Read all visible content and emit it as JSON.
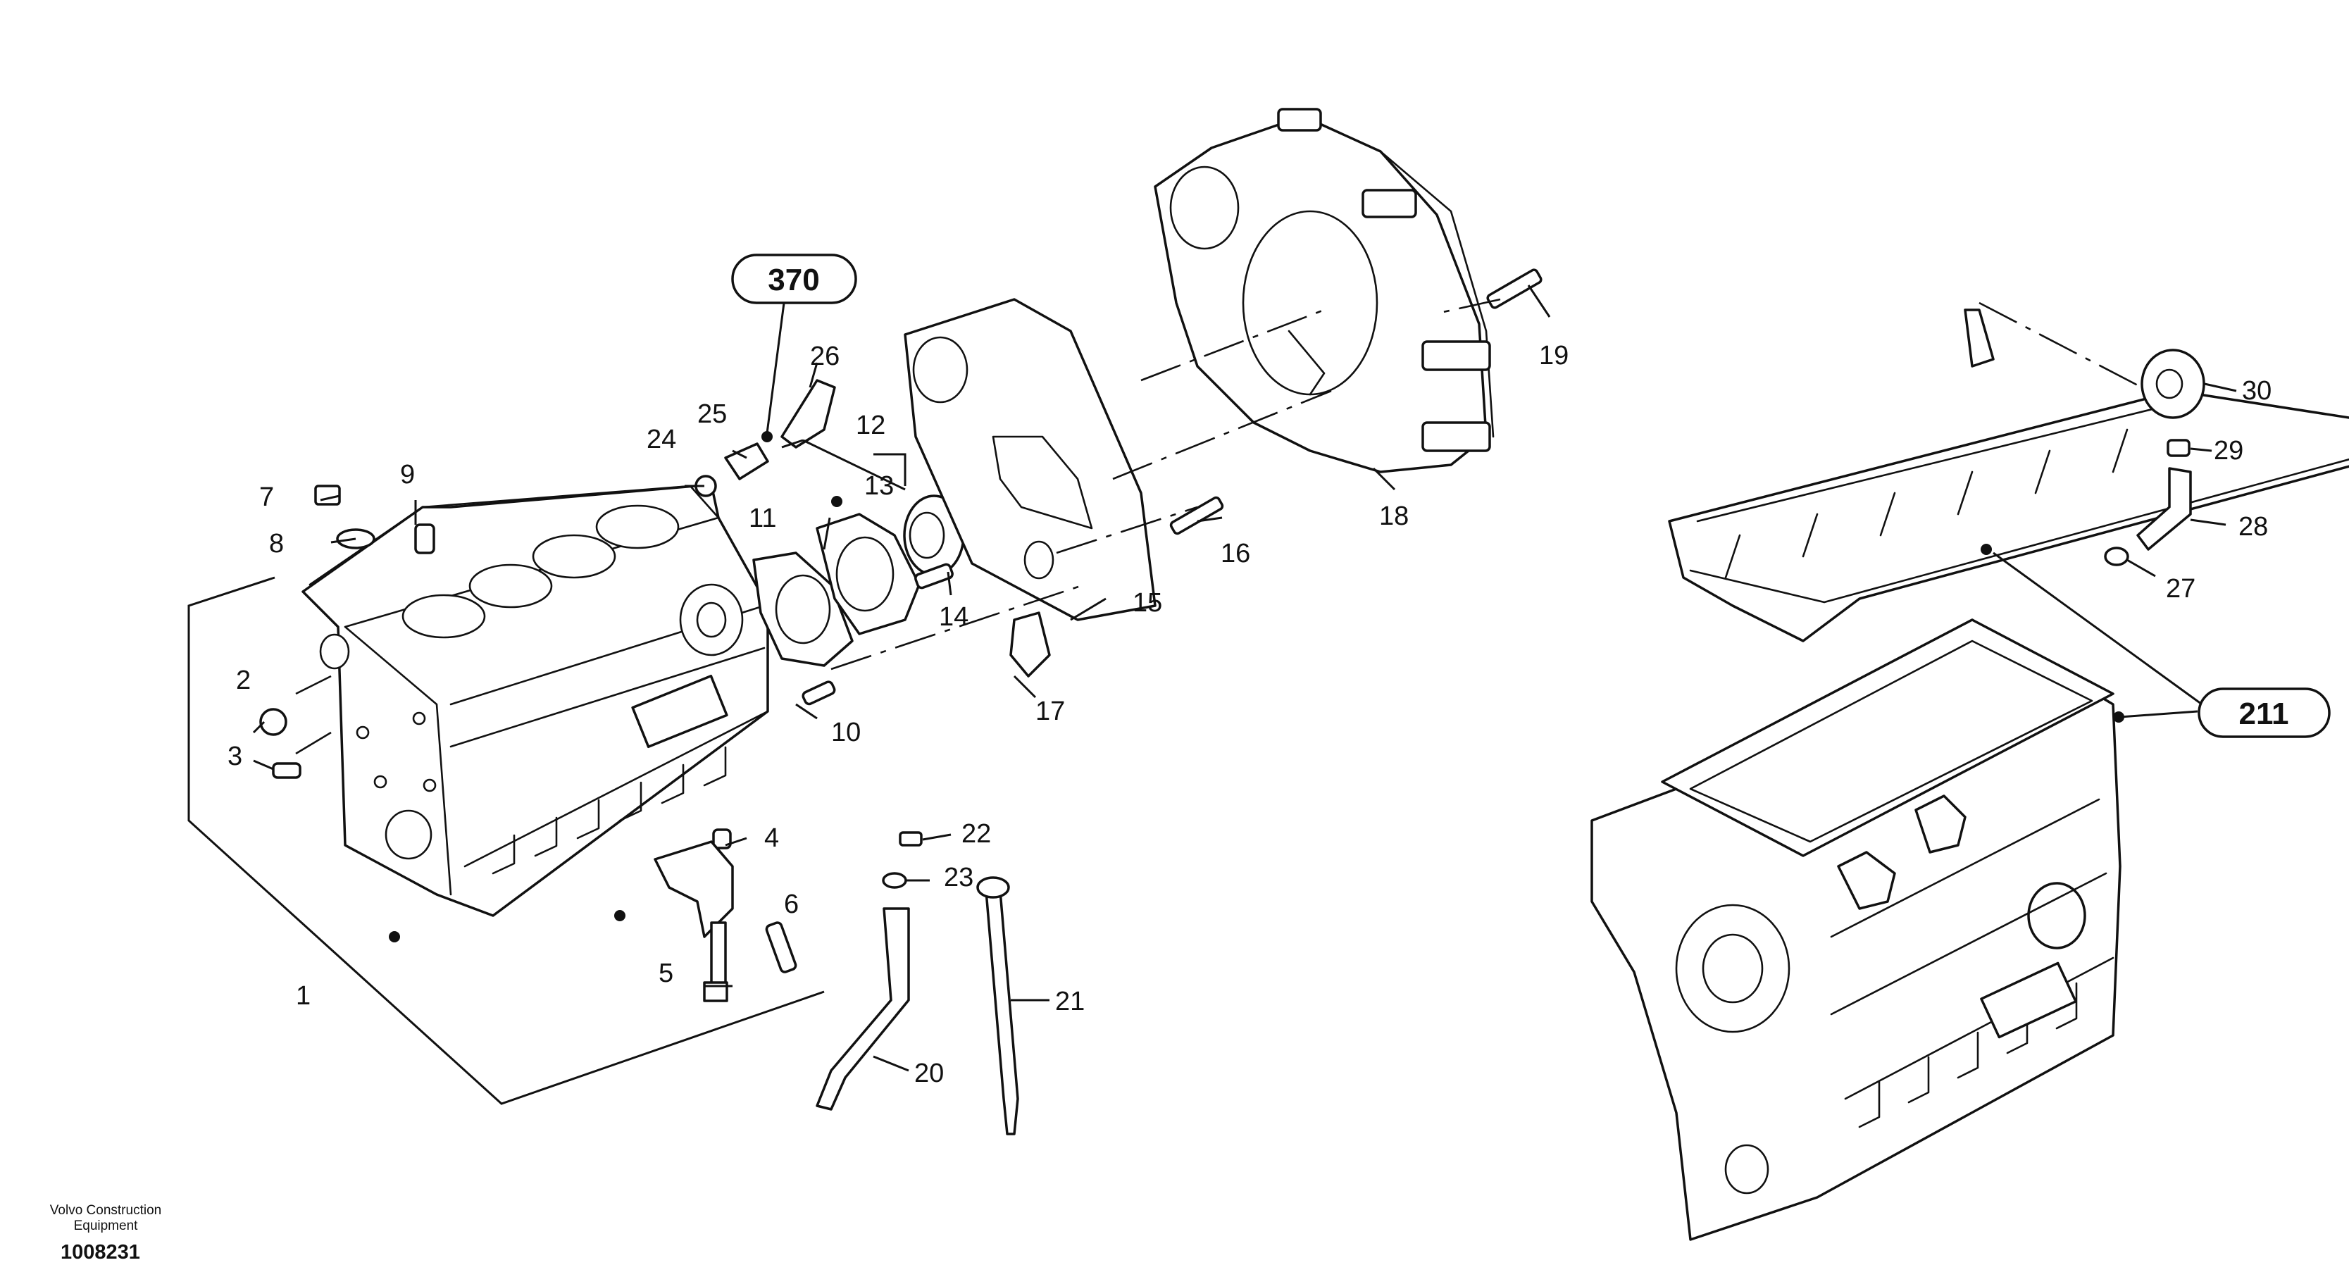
{
  "footer": {
    "company_line1": "Volvo Construction",
    "company_line2": "Equipment",
    "document_number": "1008231"
  },
  "references": [
    "370",
    "211"
  ],
  "part_numbers": [
    "1",
    "2",
    "3",
    "4",
    "5",
    "6",
    "7",
    "8",
    "9",
    "10",
    "11",
    "12",
    "13",
    "14",
    "15",
    "16",
    "17",
    "18",
    "19",
    "20",
    "21",
    "22",
    "23",
    "24",
    "25",
    "26",
    "27",
    "28",
    "29",
    "30"
  ]
}
